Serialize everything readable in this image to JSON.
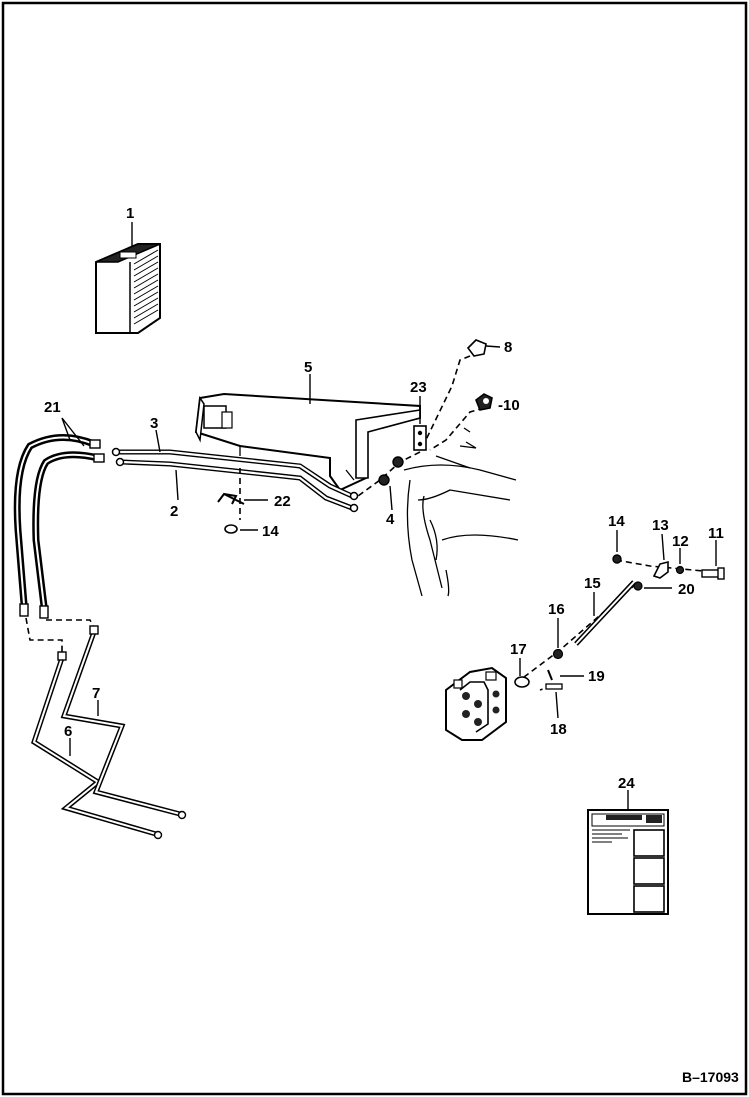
{
  "diagram": {
    "drawing_number": "B–17093",
    "callouts": [
      {
        "id": "c1",
        "text": "1"
      },
      {
        "id": "c2",
        "text": "2"
      },
      {
        "id": "c3",
        "text": "3"
      },
      {
        "id": "c4",
        "text": "4"
      },
      {
        "id": "c5",
        "text": "5"
      },
      {
        "id": "c6",
        "text": "6"
      },
      {
        "id": "c7",
        "text": "7"
      },
      {
        "id": "c8",
        "text": "8"
      },
      {
        "id": "c10",
        "text": "-10"
      },
      {
        "id": "c11",
        "text": "11"
      },
      {
        "id": "c12",
        "text": "12"
      },
      {
        "id": "c13",
        "text": "13"
      },
      {
        "id": "c14a",
        "text": "14"
      },
      {
        "id": "c14b",
        "text": "14"
      },
      {
        "id": "c15",
        "text": "15"
      },
      {
        "id": "c16",
        "text": "16"
      },
      {
        "id": "c17",
        "text": "17"
      },
      {
        "id": "c18",
        "text": "18"
      },
      {
        "id": "c19",
        "text": "19"
      },
      {
        "id": "c20",
        "text": "20"
      },
      {
        "id": "c21",
        "text": "21"
      },
      {
        "id": "c22",
        "text": "22"
      },
      {
        "id": "c23",
        "text": "23"
      },
      {
        "id": "c24",
        "text": "24"
      }
    ]
  }
}
